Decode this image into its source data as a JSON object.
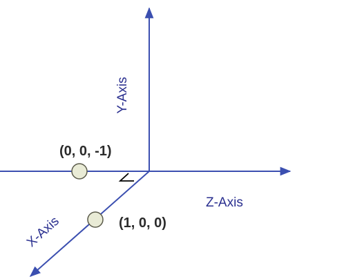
{
  "diagram": {
    "axes": {
      "y": "Y-Axis",
      "z": "Z-Axis",
      "x": "X-Axis"
    },
    "points": {
      "neg_z": "(0, 0, -1)",
      "pos_x": "(1, 0, 0)"
    },
    "colors": {
      "axis": "#3b4fb0",
      "axis_label": "#2a2f8f",
      "point_fill": "#e9ebd6",
      "point_stroke": "#5a5a4a",
      "point_label": "#2b2b2b"
    }
  }
}
